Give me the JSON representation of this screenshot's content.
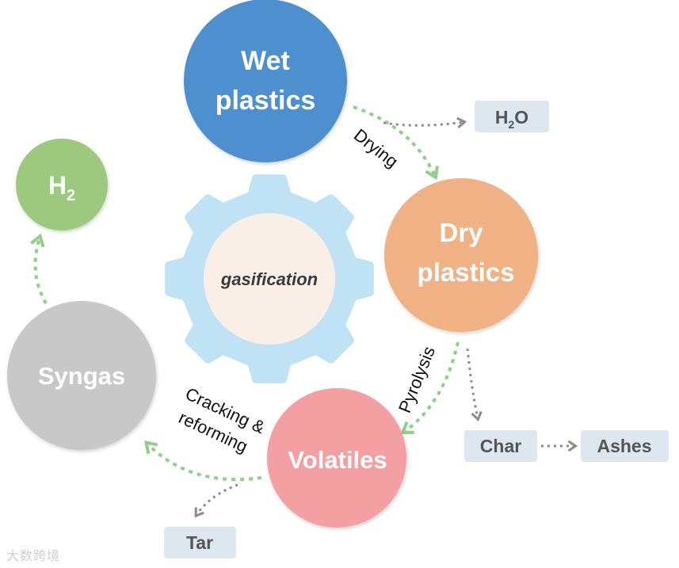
{
  "nodes": {
    "wet": {
      "line1": "Wet",
      "line2": "plastics",
      "color": "#4e8fcf"
    },
    "dry": {
      "line1": "Dry",
      "line2": "plastics",
      "color": "#f0b185"
    },
    "volatiles": {
      "label": "Volatiles",
      "color": "#f4a0a3"
    },
    "syngas": {
      "label": "Syngas",
      "color": "#c8c8c8"
    },
    "h2": {
      "base": "H",
      "sub": "2",
      "color": "#9dc97f"
    }
  },
  "gear": {
    "label": "gasification",
    "outer_color": "#bfe3f5",
    "inner_color": "#faefe6"
  },
  "products": {
    "h2o": {
      "base": "H",
      "sub": "2",
      "tail": "O"
    },
    "char": "Char",
    "ashes": "Ashes",
    "tar": "Tar",
    "box_color": "#dde7ef"
  },
  "steps": {
    "drying": "Drying",
    "pyrolysis": "Pyrolysis",
    "cracking_line1": "Cracking &",
    "cracking_line2": "reforming"
  },
  "arrow_colors": {
    "process": "#8fcf8a",
    "byproduct": "#8c8c8c"
  },
  "watermark": "大数跨境"
}
